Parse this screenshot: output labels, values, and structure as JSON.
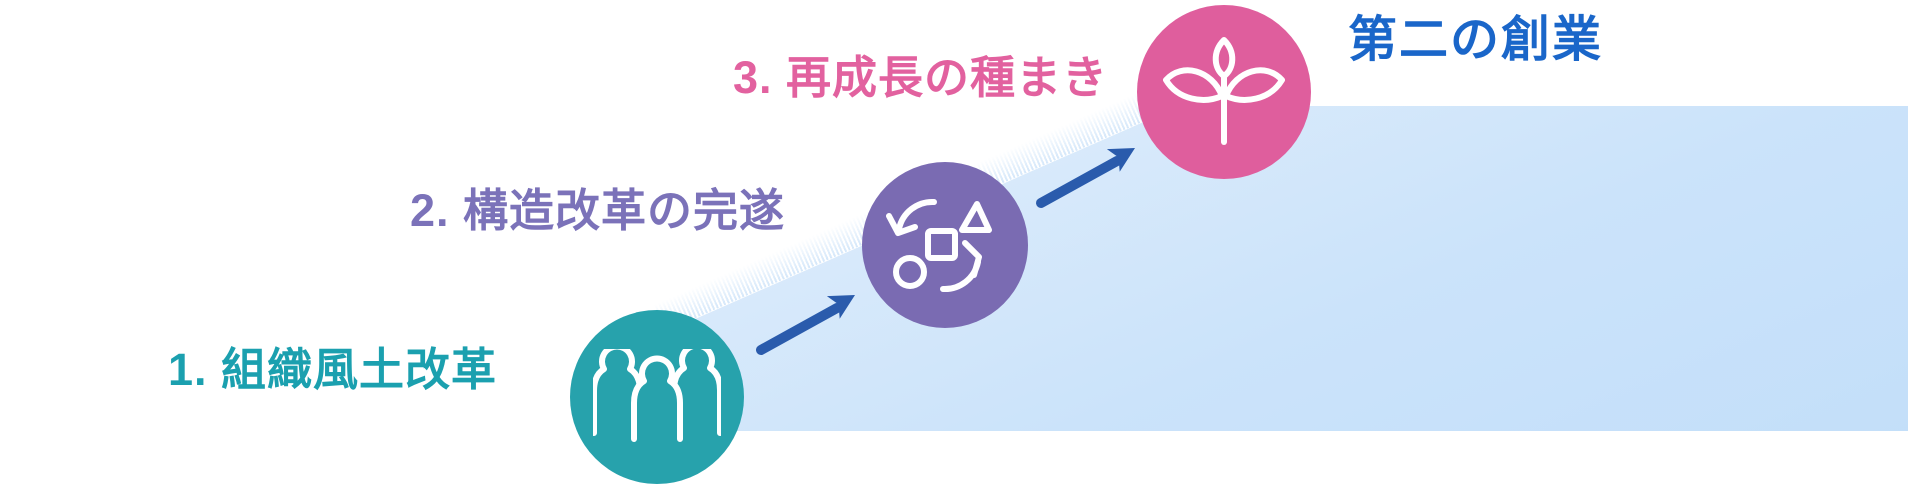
{
  "diagram": {
    "goal": {
      "label": "第二の創業",
      "text_color": "#1A66C9"
    },
    "steps": [
      {
        "label": "1. 組織風土改革",
        "text_color": "#1BA0AF",
        "circle_color": "#27A2AC",
        "icon": "people-icon"
      },
      {
        "label": "2. 構造改革の完遂",
        "text_color": "#7B72B9",
        "circle_color": "#7A6BB2",
        "icon": "transform-icon"
      },
      {
        "label": "3. 再成長の種まき",
        "text_color": "#E2619F",
        "circle_color": "#DF5E9D",
        "icon": "sprout-icon"
      }
    ],
    "arrow_color": "#2A5BAC",
    "slope": {
      "gradient_start": "#FFFFFF",
      "gradient_end": "#C2DEF9"
    }
  }
}
